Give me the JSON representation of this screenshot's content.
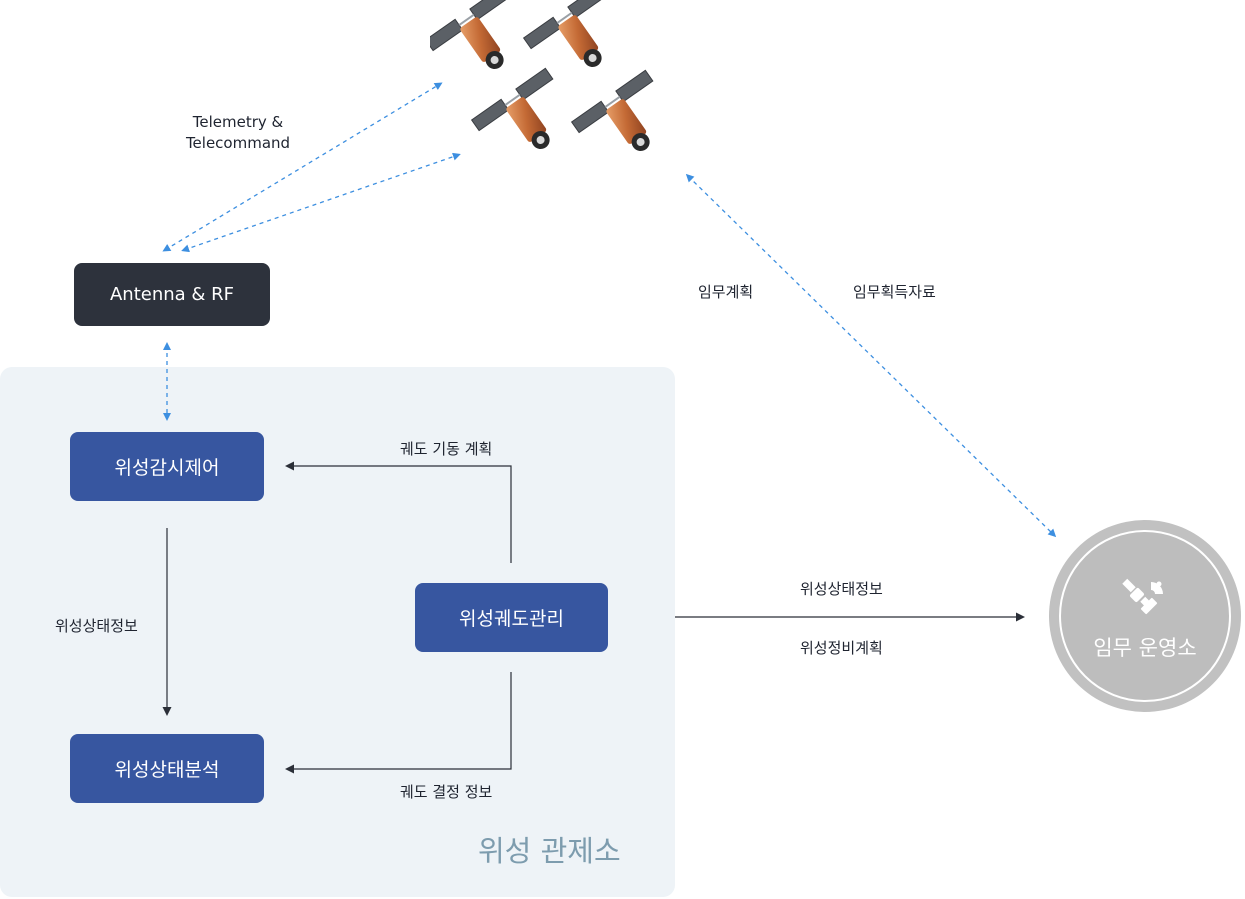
{
  "nodes": {
    "antenna": "Antenna & RF",
    "monitor": "위성감시제어",
    "analysis": "위성상태분석",
    "orbit": "위성궤도관리",
    "mission_center": "임무 운영소"
  },
  "control_center_title": "위성 관제소",
  "edge_labels": {
    "telemetry_line1": "Telemetry &",
    "telemetry_line2": "Telecommand",
    "mission_plan": "임무계획",
    "mission_data": "임무획득자료",
    "maneuver_plan": "궤도 기동 계획",
    "orbit_info": "궤도 결정 정보",
    "status_info_left": "위성상태정보",
    "status_info_right": "위성상태정보",
    "maintenance_plan": "위성정비계획"
  },
  "colors": {
    "dark_box": "#2d323c",
    "blue_box": "#3756a0",
    "panel_bg": "#eef3f7",
    "dashed_arrow": "#3d8fe0",
    "station_bg": "#c1c1c1"
  },
  "icons": [
    "satellite-icon",
    "satellite-dish-icon"
  ]
}
